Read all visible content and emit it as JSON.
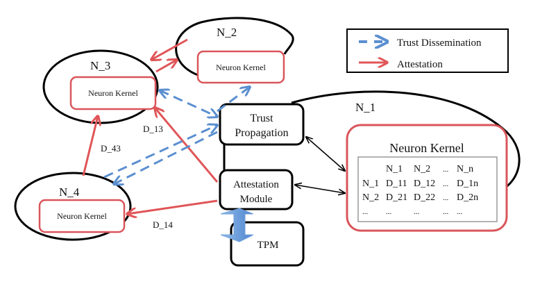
{
  "colors": {
    "trust": "#5b8fd0",
    "attestation": "#e05558",
    "outline": "#000000",
    "kernel_border": "#d9555a",
    "table_border": "#808080"
  },
  "legend": {
    "items": [
      {
        "label": "Trust Dissemination",
        "style": "dashed-arrow",
        "color": "#5b8fd0"
      },
      {
        "label": "Attestation",
        "style": "solid-arrow",
        "color": "#e05558"
      }
    ]
  },
  "nodes": {
    "n1": {
      "label": "N_1"
    },
    "n2": {
      "label": "N_2",
      "kernel": "Neuron Kernel"
    },
    "n3": {
      "label": "N_3",
      "kernel": "Neuron Kernel"
    },
    "n4": {
      "label": "N_4",
      "kernel": "Neuron Kernel"
    }
  },
  "modules": {
    "trust_propagation": {
      "line1": "Trust",
      "line2": "Propagation"
    },
    "attestation_module": {
      "line1": "Attestation",
      "line2": "Module"
    },
    "tpm": {
      "label": "TPM"
    }
  },
  "kernel_table": {
    "title": "Neuron Kernel",
    "header": [
      "",
      "N_1",
      "N_2",
      "...",
      "N_n"
    ],
    "rows": [
      [
        "N_1",
        "D_11",
        "D_12",
        "...",
        "D_1n"
      ],
      [
        "N_2",
        "D_21",
        "D_22",
        "...",
        "D_2n"
      ],
      [
        "...",
        "...",
        "...",
        "...",
        "..."
      ]
    ]
  },
  "edge_labels": {
    "d13": "D_13",
    "d43": "D_43",
    "d14": "D_14"
  }
}
